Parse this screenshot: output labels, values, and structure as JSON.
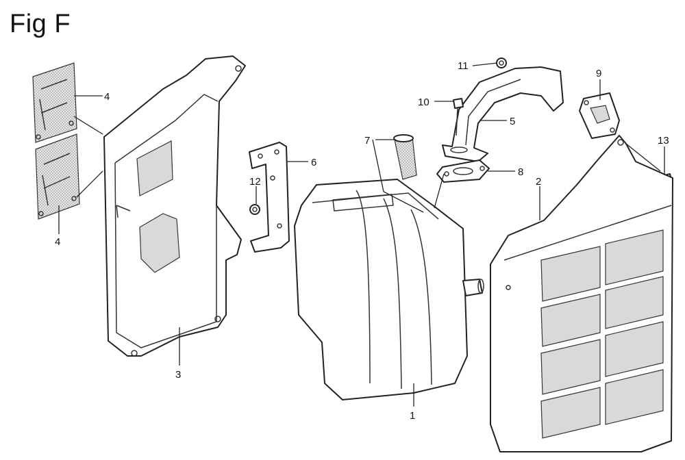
{
  "title": "Fig F",
  "callouts": {
    "c1": "1",
    "c2": "2",
    "c3": "3",
    "c4a": "4",
    "c4b": "4",
    "c5": "5",
    "c6": "6",
    "c7": "7",
    "c8": "8",
    "c9": "9",
    "c10": "10",
    "c11": "11",
    "c12": "12",
    "c13": "13"
  },
  "colors": {
    "ink": "#222222",
    "background": "#ffffff",
    "shade": "#d9d9d9"
  }
}
